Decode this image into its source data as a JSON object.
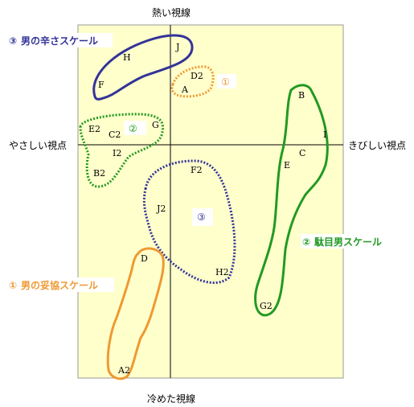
{
  "axes": {
    "top": "熱い視線",
    "bottom": "冷めた視線",
    "left": "やさしい視点",
    "right": "きびしい視点"
  },
  "colors": {
    "plot_bg": "#ffffcc",
    "blue": "#333399",
    "green": "#229922",
    "orange": "#ee9933"
  },
  "points": [
    "H",
    "J",
    "F",
    "D2",
    "A",
    "B",
    "I",
    "C",
    "E",
    "G",
    "E2",
    "C2",
    "I2",
    "B2",
    "F2",
    "J2",
    "H2",
    "G2",
    "D",
    "A2"
  ],
  "groups": [
    {
      "marker": "③",
      "label": "男の辛さスケール",
      "color": "#333399"
    },
    {
      "marker": "①",
      "color": "#ee9933"
    },
    {
      "marker": "②",
      "color": "#229922"
    },
    {
      "marker": "③",
      "color": "#333399"
    },
    {
      "marker": "②",
      "label": "駄目男スケール",
      "color": "#229922"
    },
    {
      "marker": "①",
      "label": "男の妥協スケール",
      "color": "#ee9933"
    }
  ]
}
